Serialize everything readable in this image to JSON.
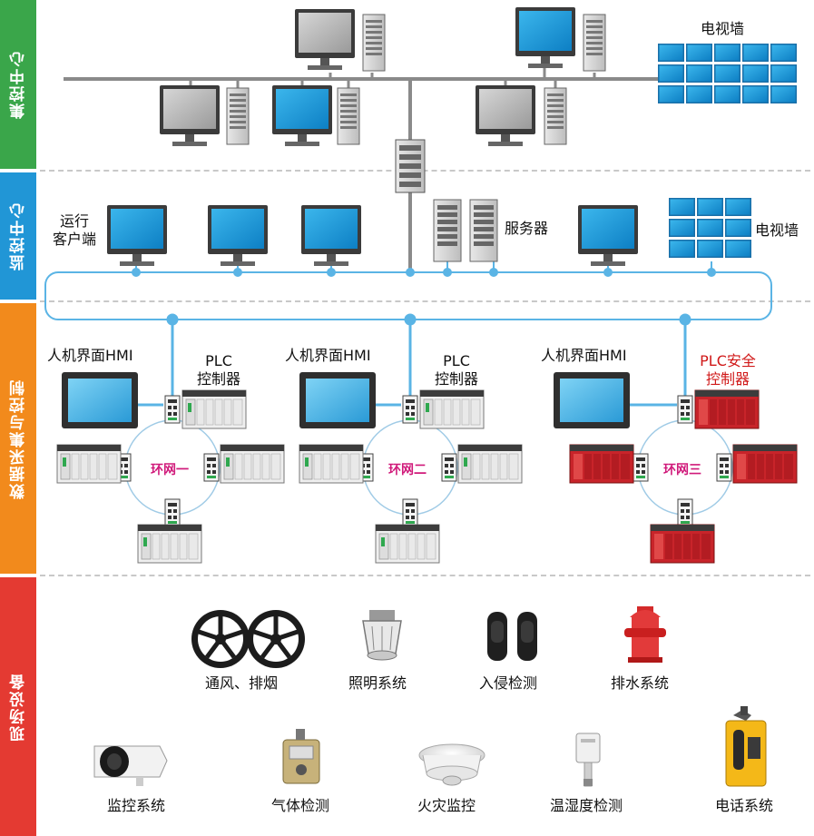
{
  "sections": {
    "central": "集控中心",
    "monitor": "监控中心",
    "acquisition": "数据采集与控制",
    "field": "现场设备"
  },
  "labels": {
    "tv_wall_top": "电视墙",
    "client": "运行\n客户端",
    "server": "服务器",
    "tv_wall_mid": "电视墙",
    "hmi_1": "人机界面HMI",
    "plc_1": "PLC\n控制器",
    "ring_1": "环网一",
    "hmi_2": "人机界面HMI",
    "plc_2": "PLC\n控制器",
    "ring_2": "环网二",
    "hmi_3": "人机界面HMI",
    "plc_3": "PLC安全\n控制器",
    "ring_3": "环网三"
  },
  "devices": {
    "ventilation": "通风、排烟",
    "lighting": "照明系统",
    "intrusion": "入侵检测",
    "drainage": "排水系统",
    "cctv": "监控系统",
    "gas": "气体检测",
    "fire": "火灾监控",
    "humidity": "温湿度检测",
    "phone": "电话系统"
  },
  "colors": {
    "central": "#3aa64a",
    "monitor": "#2196d6",
    "acquisition": "#f28a1c",
    "field": "#e43a32",
    "network": "#5ab4e5",
    "backbone": "#8a8a8a",
    "plc_safety": "#c8242a"
  }
}
